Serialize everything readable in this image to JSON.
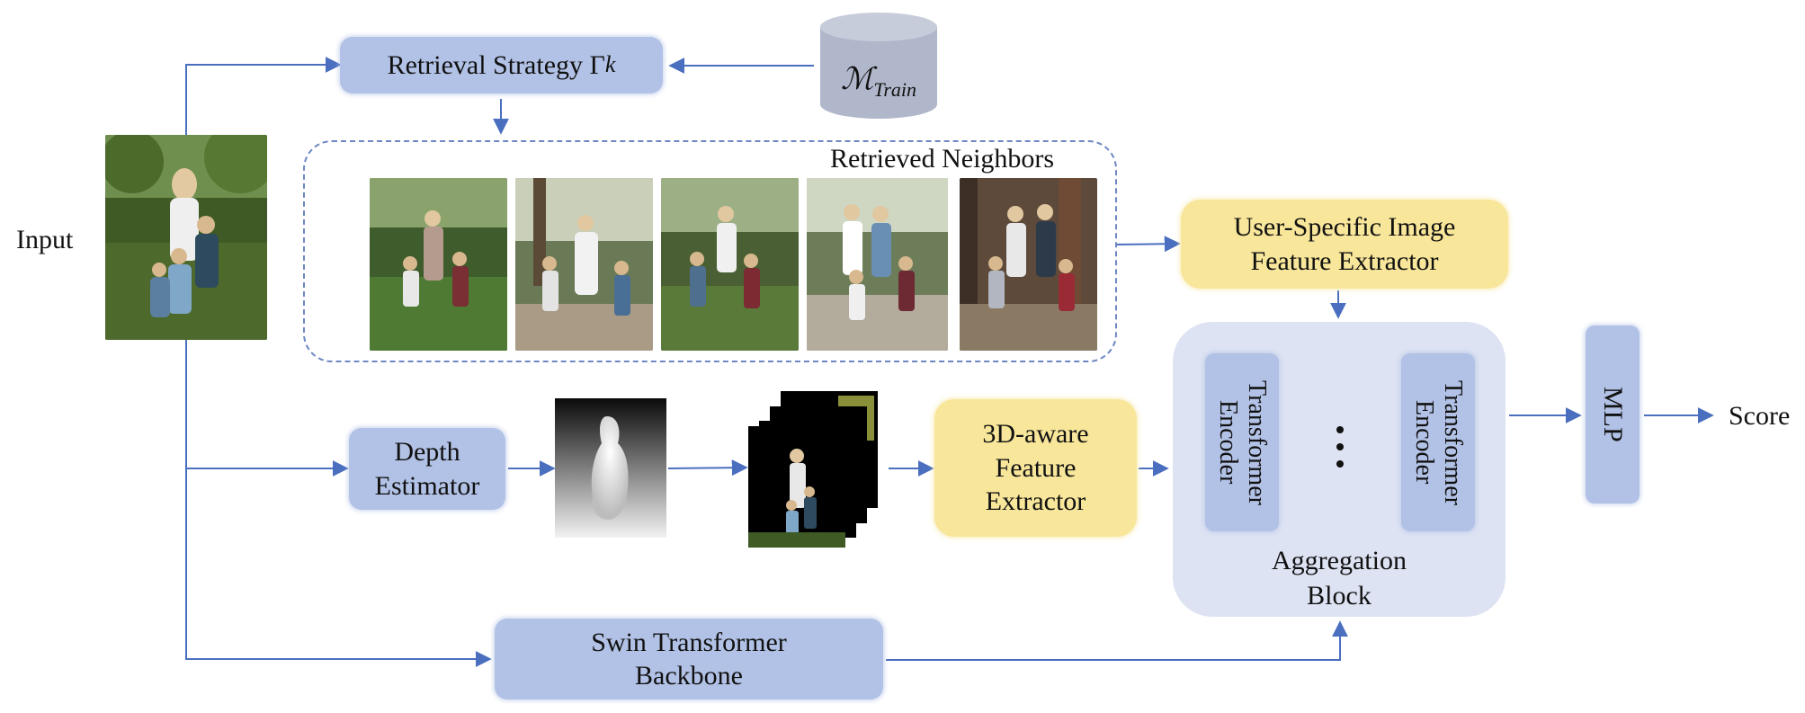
{
  "input_label": "Input",
  "score_label": "Score",
  "retrieval_strategy": {
    "text": "Retrieval Strategy Γ",
    "sub": "k"
  },
  "database": {
    "text": "ℳ",
    "sub": "Train"
  },
  "neighbors_title": "Retrieved Neighbors",
  "user_extractor": {
    "line1": "User-Specific Image",
    "line2": "Feature Extractor"
  },
  "depth_estimator": {
    "line1": "Depth",
    "line2": "Estimator"
  },
  "feature_3d": {
    "line1": "3D-aware",
    "line2": "Feature",
    "line3": "Extractor"
  },
  "transformer_encoder_1": {
    "line1": "Transformer",
    "line2": "Encoder"
  },
  "transformer_encoder_2": {
    "line1": "Transformer",
    "line2": "Encoder"
  },
  "aggregation": {
    "line1": "Aggregation",
    "line2": "Block"
  },
  "mlp": "MLP",
  "swin": {
    "line1": "Swin Transformer",
    "line2": "Backbone"
  },
  "colors": {
    "box_blue": "#b2c2e6",
    "box_yellow": "#f8e69a",
    "aggregation_bg": "#dde3f3",
    "arrow": "#4a6fbf",
    "database": "#b0b7cb"
  },
  "icons": [
    "family-photo",
    "neighbor-photo",
    "depth-map",
    "3d-layer-stack",
    "database-cylinder"
  ]
}
